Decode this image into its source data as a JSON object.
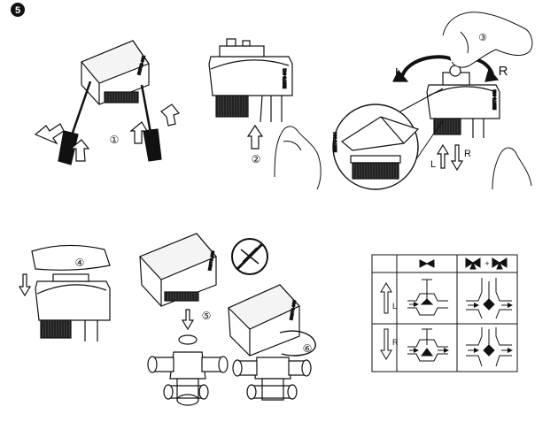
{
  "step_number": "5",
  "circled_steps": [
    "①",
    "②",
    "③",
    "④",
    "⑤",
    "⑥"
  ],
  "rotation_labels": {
    "left": "L",
    "right": "R"
  },
  "direction_labels": {
    "left": "L",
    "right": "R"
  },
  "table": {
    "arrow_labels": [
      "L",
      "R"
    ],
    "plus_sign": "+"
  }
}
